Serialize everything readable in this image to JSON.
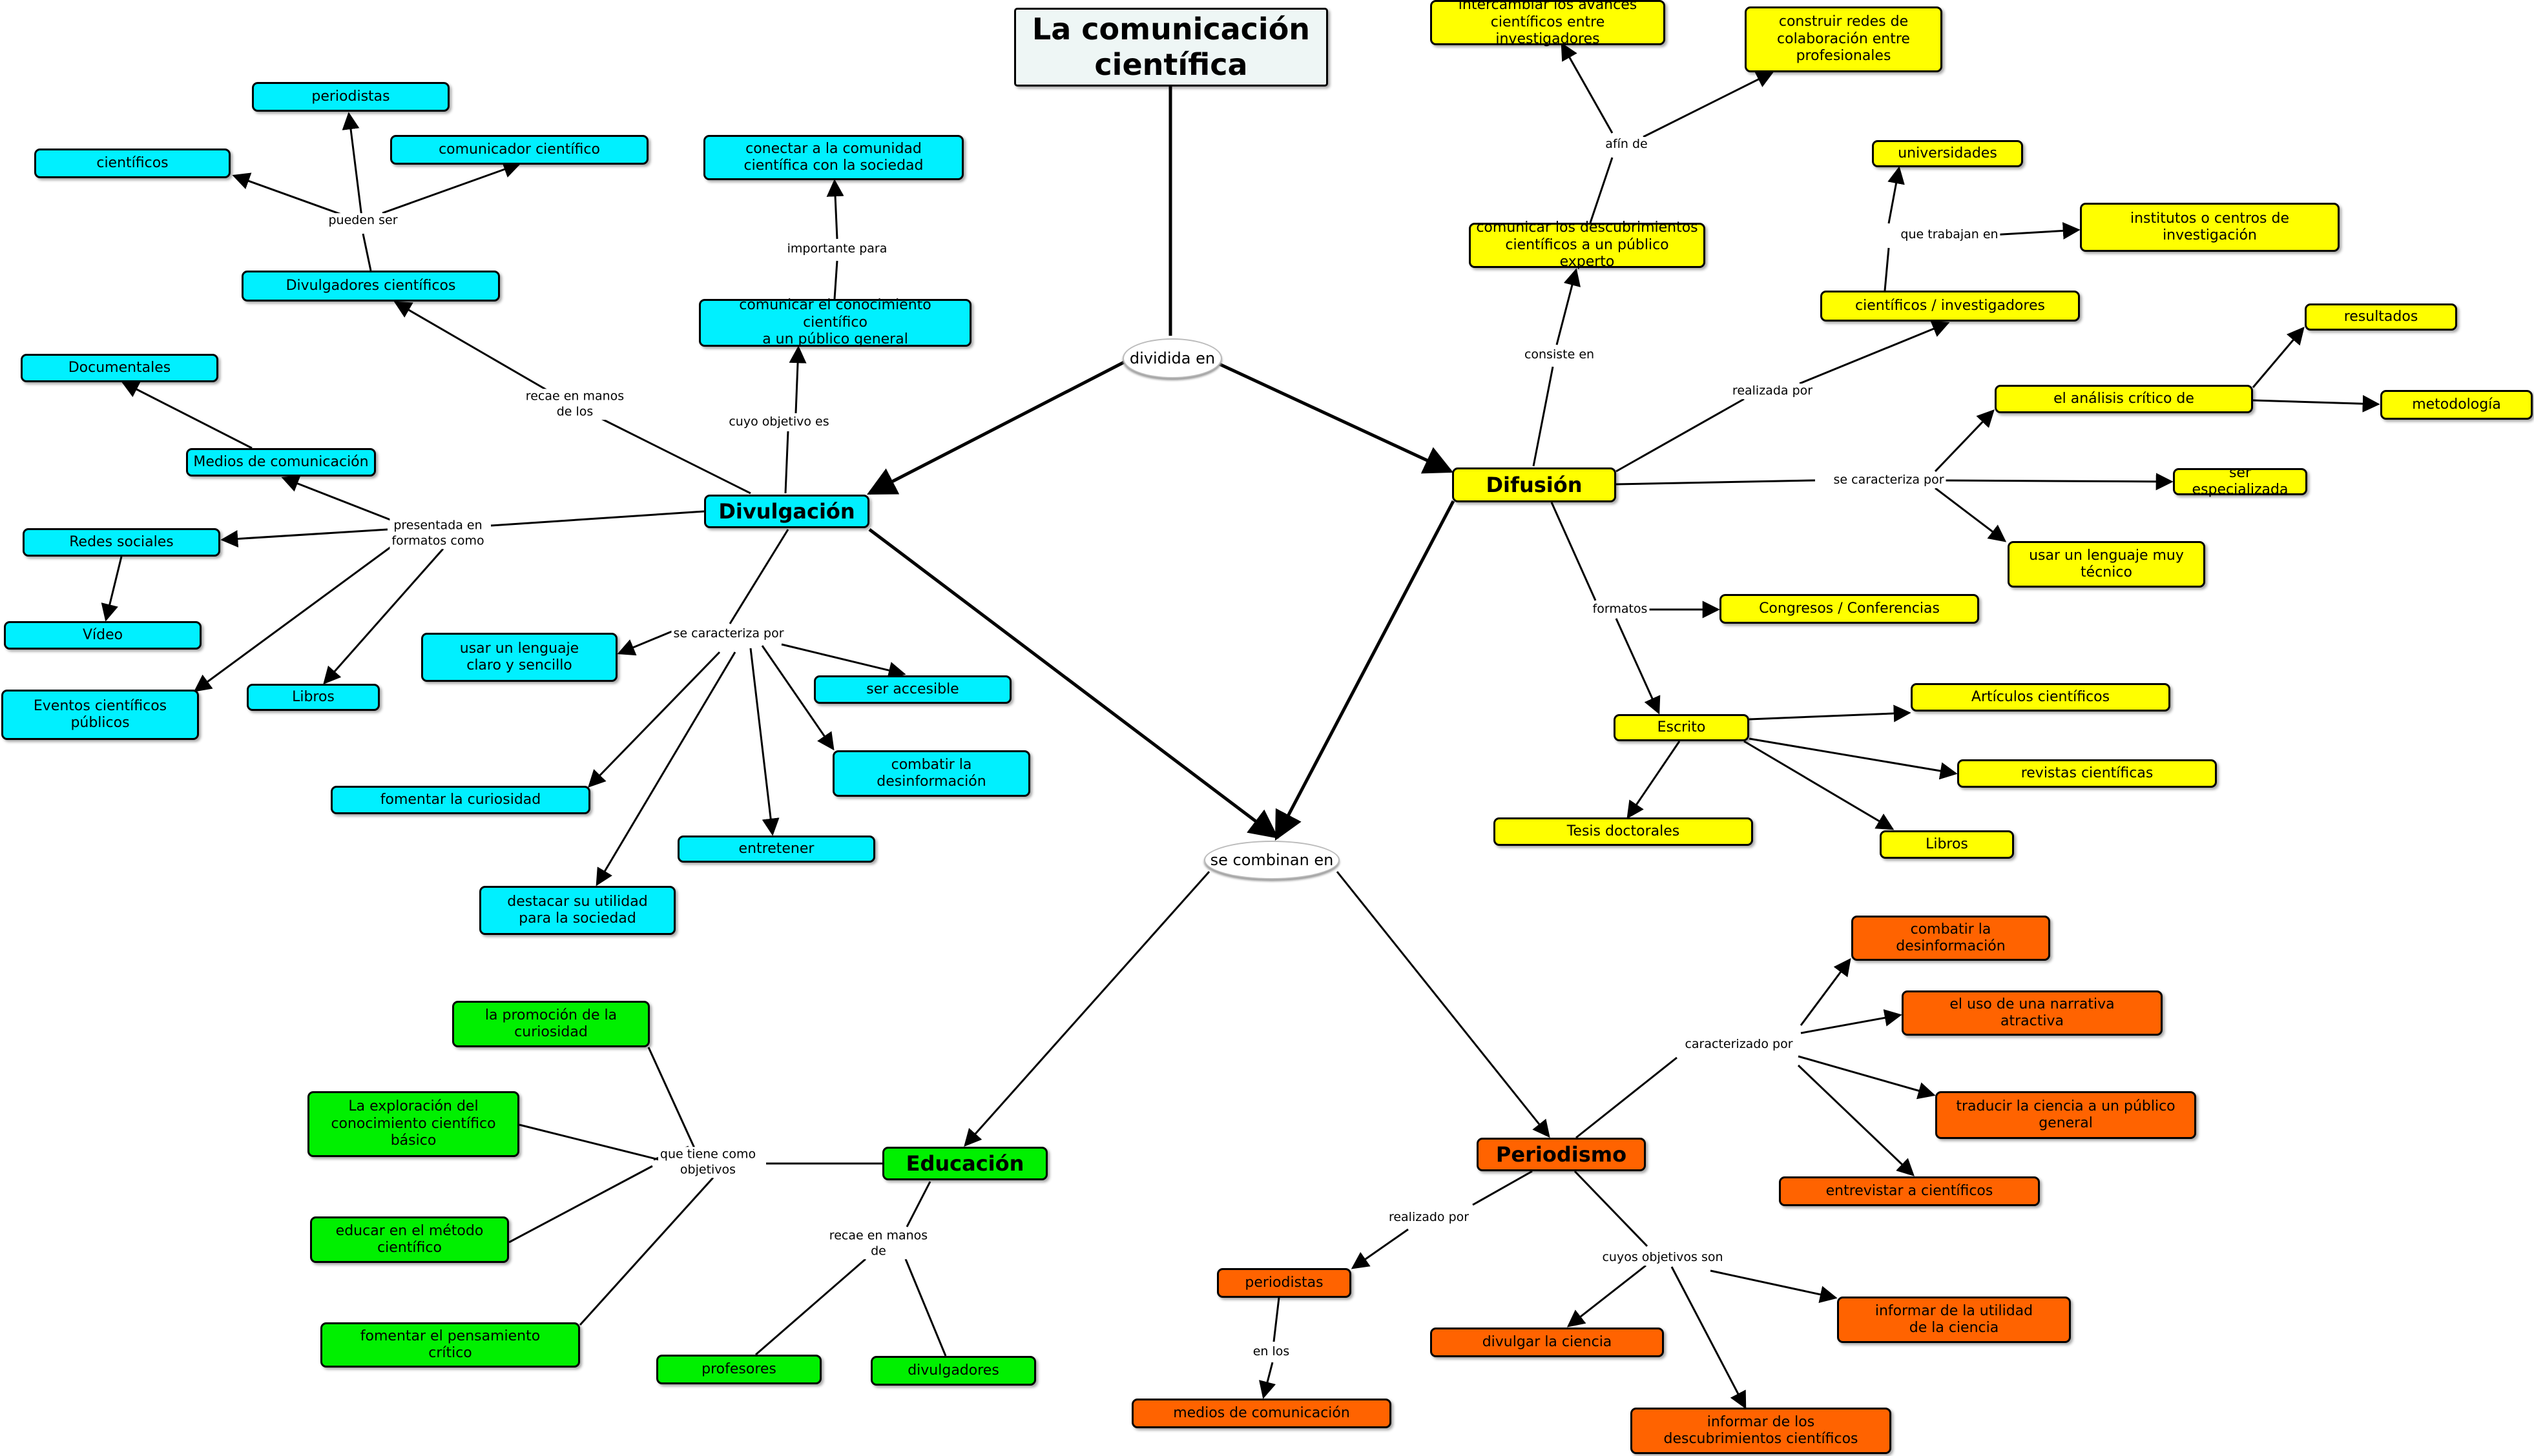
{
  "root": "La comunicación\ncientífica",
  "connector_dividida": "dividida en",
  "connector_combinan": "se combinan en",
  "divulgacion": {
    "hub": "Divulgación",
    "recae_label": "recae en manos\nde los",
    "divulgadores": "Divulgadores científicos",
    "pueden_ser_label": "pueden ser",
    "periodistas": "periodistas",
    "comunicador": "comunicador científico",
    "cientificos": "científicos",
    "objetivo_label": "cuyo objetivo es",
    "comunicar": "comunicar el conocimiento científico\na un público general",
    "importante_label": "importante para",
    "conectar": "conectar a la comunidad\ncientífica con la sociedad",
    "formatos_label": "presentada en\nformatos como",
    "medios": "Medios de comunicación",
    "documentales": "Documentales",
    "redes": "Redes sociales",
    "video": "Vídeo",
    "eventos": "Eventos científicos\npúblicos",
    "libros": "Libros",
    "caracteriza_label": "se caracteriza por",
    "lenguaje": "usar un lenguaje\nclaro y sencillo",
    "accesible": "ser accesible",
    "combatir": "combatir la\ndesinformación",
    "curiosidad": "fomentar la curiosidad",
    "entretener": "entretener",
    "utilidad": "destacar su utilidad\npara la sociedad"
  },
  "difusion": {
    "hub": "Difusión",
    "consiste_label": "consiste en",
    "comunicar": "comunicar los descubrimientos\ncientíficos a un público experto",
    "afin_label": "afín de",
    "intercambiar": "intercambiar los avances\ncientíficos entre investigadores",
    "construir": "construir redes de\ncolaboración entre\nprofesionales",
    "realizada_label": "realizada por",
    "cientificos": "científicos / investigadores",
    "trabajan_label": "que trabajan en",
    "universidades": "universidades",
    "institutos": "institutos o centros de\ninvestigación",
    "caracteriza_label": "se caracteriza por",
    "analisis": "el análisis crítico de",
    "resultados": "resultados",
    "metodologia": "metodología",
    "especializada": "ser especializada",
    "tecnico": "usar un lenguaje muy\ntécnico",
    "formatos_label": "formatos",
    "congresos": "Congresos / Conferencias",
    "escrito": "Escrito",
    "articulos": "Artículos científicos",
    "revistas": "revistas científicas",
    "libros": "Libros",
    "tesis": "Tesis doctorales"
  },
  "educacion": {
    "hub": "Educación",
    "objetivos_label": "que tiene como\nobjetivos",
    "promocion": "la promoción de la\ncuriosidad",
    "exploracion": "La exploración del\nconocimiento científico\nbásico",
    "metodo": "educar en el método\ncientífico",
    "pensamiento": "fomentar el pensamiento\ncrítico",
    "recae_label": "recae en manos\nde",
    "profesores": "profesores",
    "divulgadores": "divulgadores"
  },
  "periodismo": {
    "hub": "Periodismo",
    "caracterizado_label": "caracterizado por",
    "combatir": "combatir la\ndesinformación",
    "narrativa": "el uso de una narrativa\natractiva",
    "traducir": "traducir la ciencia a un público\ngeneral",
    "entrevistar": "entrevistar a científicos",
    "realizado_label": "realizado por",
    "periodistas": "periodistas",
    "en_los_label": "en los",
    "medios": "medios de comunicación",
    "objetivos_label": "cuyos objetivos son",
    "divulgar": "divulgar la ciencia",
    "informar_utilidad": "informar de la utilidad\nde la ciencia",
    "informar_descubrimientos": "informar de los\ndescubrimientos científicos"
  },
  "colors": {
    "divulgacion": "#00f0ff",
    "difusion": "#ffff00",
    "educacion": "#00f000",
    "periodismo": "#ff6300"
  }
}
